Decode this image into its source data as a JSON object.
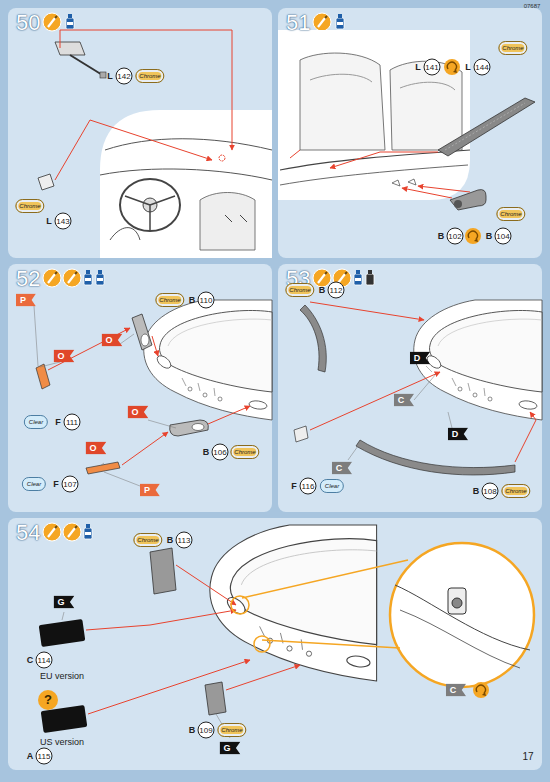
{
  "diagram": {
    "nodes": [
      {
        "text": [
          "50"
        ]
      },
      {
        "text": [
          "51"
        ]
      },
      {
        "text": [
          "52"
        ]
      },
      {
        "text": [
          "53"
        ]
      },
      {
        "text": [
          "54"
        ]
      }
    ],
    "labels": [
      "07687",
      "L",
      "142",
      "Chrome",
      "Chrome",
      "L",
      "143",
      "Chrome",
      "L",
      "141",
      "L",
      "144",
      "Chrome",
      "B",
      "102",
      "B",
      "104",
      "Chrome",
      "B",
      "110",
      "P",
      "O",
      "O",
      "O",
      "O",
      "P",
      "Clear",
      "F",
      "111",
      "Clear",
      "F",
      "107",
      "B",
      "106",
      "Chrome",
      "Chrome",
      "B",
      "112",
      "D",
      "C",
      "D",
      "C",
      "F",
      "116",
      "Clear",
      "B",
      "108",
      "Chrome",
      "Chrome",
      "B",
      "113",
      "G",
      "C",
      "114",
      "EU version",
      "?",
      "US version",
      "A",
      "115",
      "G",
      "B",
      "109",
      "Chrome",
      "C",
      "17"
    ]
  }
}
